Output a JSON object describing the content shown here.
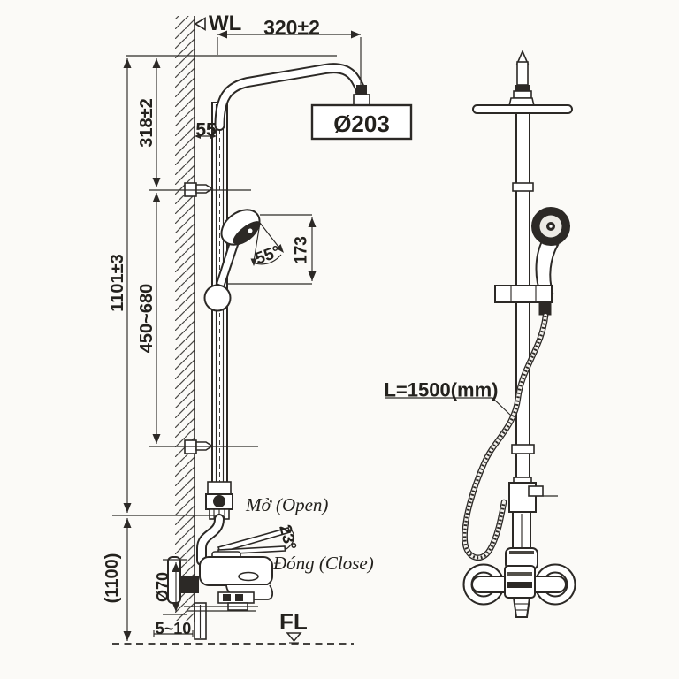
{
  "colors": {
    "ink": "#2e2c29",
    "paper": "#fbfaf7"
  },
  "annotations": {
    "water_line": "WL",
    "floor_line": "FL",
    "open": "Mở (Open)",
    "close": "Đóng (Close)",
    "hose_length": "L=1500(mm)"
  },
  "dimensions": {
    "arm_reach": "320±2",
    "wall_offset": "55",
    "head_diameter": "Ø203",
    "wl_to_bracket": "318±2",
    "wl_to_mixer": "1101±3",
    "slider_range": "450~680",
    "handshower_span": "173",
    "spray_angle": "55°",
    "handle_angle": "23°",
    "escutcheon_diameter": "Ø70",
    "floor_gap": "5~10",
    "mixer_height_ref": "(1100)"
  }
}
